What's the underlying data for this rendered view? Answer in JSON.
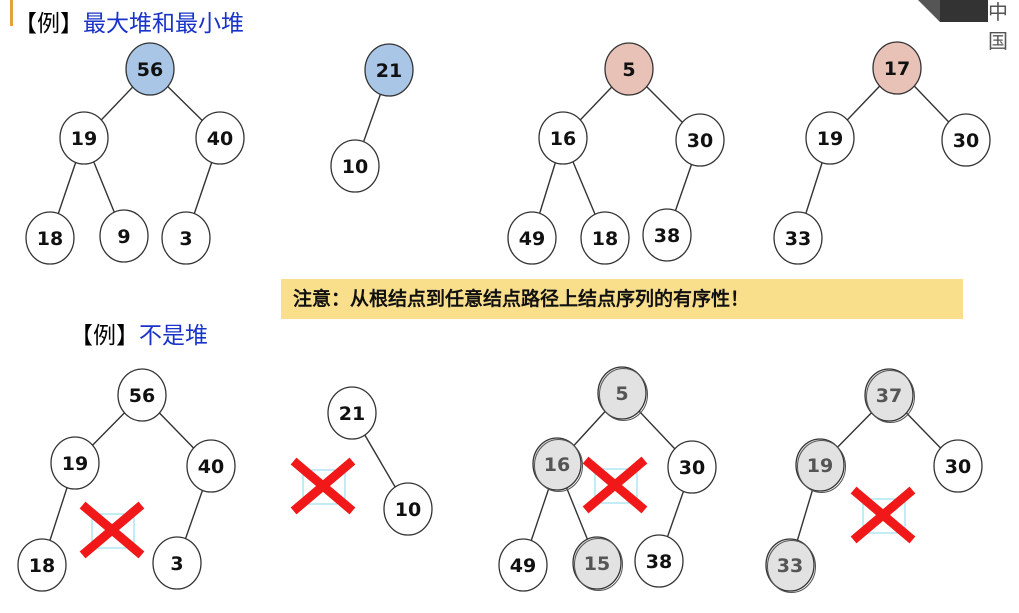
{
  "heading_max_min": {
    "bracket": "【例】",
    "text": "最大堆和最小堆"
  },
  "heading_not_heap": {
    "bracket": "【例】",
    "text": "不是堆"
  },
  "note": "注意：从根结点到任意结点路径上结点序列的有序性！",
  "corner_label": "中国",
  "colors": {
    "max_root": "#a9c6e6",
    "min_root": "#e8c1b7",
    "marked": "#e2e2e2",
    "plain": "#ffffff",
    "cross": "#f01818"
  },
  "trees": [
    {
      "kind": "max",
      "nodes": [
        "56",
        "19",
        "40",
        "18",
        "9",
        "3"
      ]
    },
    {
      "kind": "max",
      "nodes": [
        "21",
        "10"
      ]
    },
    {
      "kind": "min",
      "nodes": [
        "5",
        "16",
        "30",
        "49",
        "18",
        "38"
      ]
    },
    {
      "kind": "min",
      "nodes": [
        "17",
        "19",
        "30",
        "33"
      ]
    },
    {
      "kind": "not",
      "nodes": [
        "56",
        "19",
        "40",
        "18",
        "3"
      ]
    },
    {
      "kind": "not",
      "nodes": [
        "21",
        "10"
      ]
    },
    {
      "kind": "not",
      "nodes": [
        "5",
        "16",
        "30",
        "49",
        "15",
        "38"
      ]
    },
    {
      "kind": "not",
      "nodes": [
        "37",
        "19",
        "30",
        "33"
      ]
    }
  ]
}
